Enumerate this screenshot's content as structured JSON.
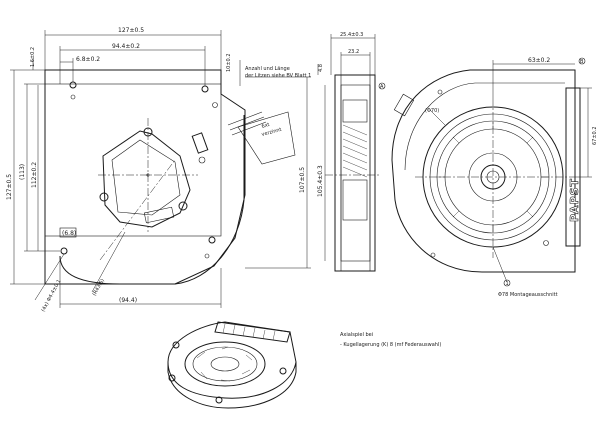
{
  "front_view": {
    "dim_width": "127±0.5",
    "dim_inner_width": "94.4±0.2",
    "dim_offset_left": "6.8±0.2",
    "dim_top_small": "1.6±0.2",
    "dim_top_right": "10±0.2",
    "dim_height": "127±0.5",
    "dim_height_inner": "(113)",
    "dim_height_inner2": "112±0.2",
    "dim_right_height": "107±0.5",
    "dim_bottom_box": "(6.8)",
    "dim_bottom_width": "(94.4)",
    "dim_hole": "(4x) Φ4.4±0.1",
    "dim_radius": "(R43.5)",
    "note_line1": "Anzahl und Länge",
    "note_line2": "der Litzen siehe BV Blatt 1",
    "cable_label1": "6xt",
    "cable_label2": "verzinnt"
  },
  "side_view": {
    "dim_total": "25.4±0.3",
    "dim_inner": "23.2",
    "dim_small": "4.8",
    "dim_height": "105.4±0.3",
    "label_a": "A"
  },
  "rear_view": {
    "dim_top": "63±0.2",
    "marker_b": "B",
    "dim_right": "67±0.2",
    "dim_diameter": "(Φ70)",
    "callout_num": "1",
    "callout_text": "Φ78 Montageausschnitt",
    "logo_text": "PAPST"
  },
  "notes": {
    "line1": "Axialspiel bei",
    "line2": "- Kugellagerung (K) 8 (mf Federauswahl)"
  }
}
